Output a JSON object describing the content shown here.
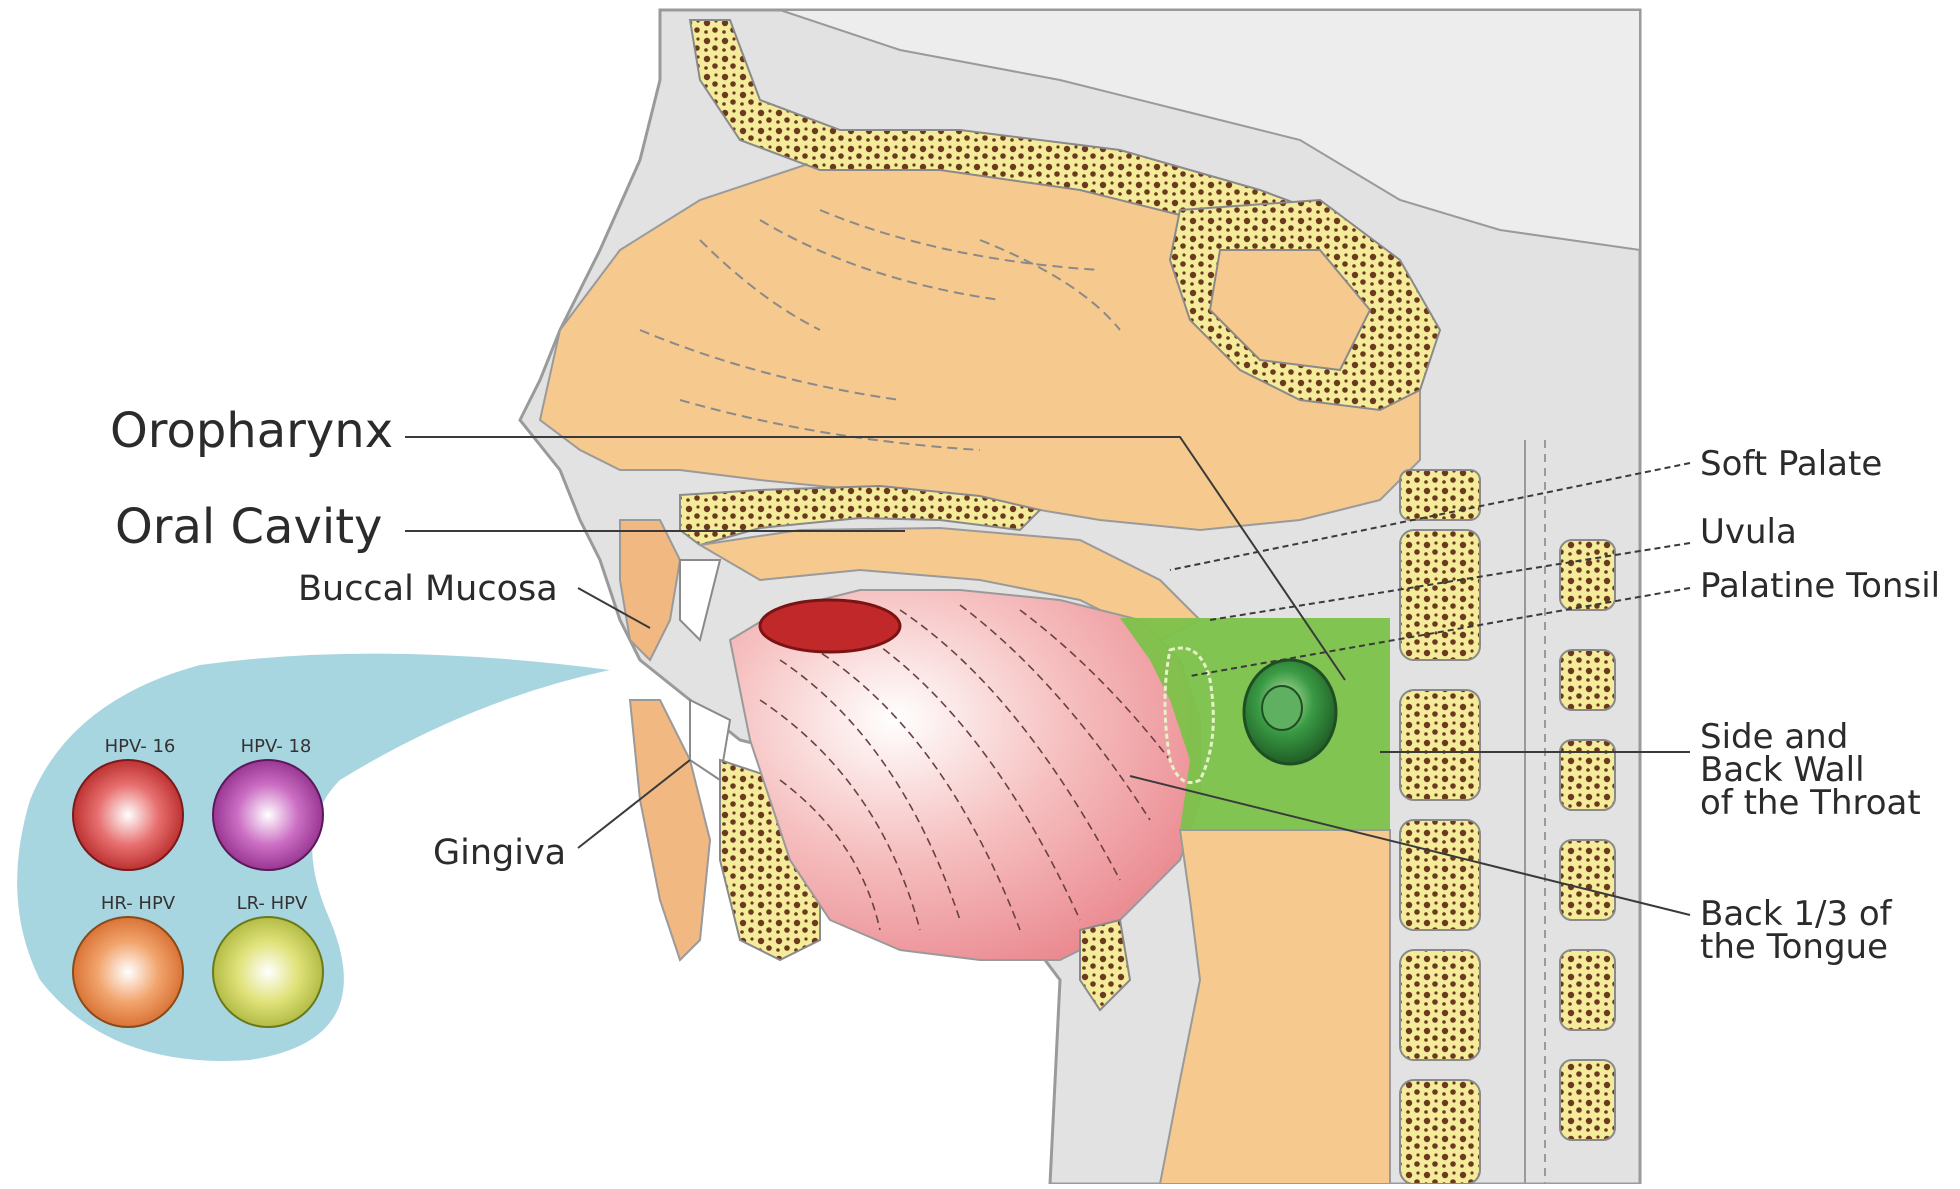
{
  "labels": {
    "oropharynx": "Oropharynx",
    "oral_cavity": "Oral Cavity",
    "buccal_mucosa": "Buccal Mucosa",
    "gingiva": "Gingiva",
    "soft_palate": "Soft Palate",
    "uvula": "Uvula",
    "palatine_tonsil": "Palatine Tonsil",
    "side_back_wall": [
      "Side and",
      "Back Wall",
      "of the Throat"
    ],
    "back_tongue": [
      "Back 1/3 of",
      "the Tongue"
    ]
  },
  "virus_types": [
    {
      "label": "HPV- 16",
      "color": "#c8302c"
    },
    {
      "label": "HPV- 18",
      "color": "#a03a9a"
    },
    {
      "label": "HR- HPV",
      "color": "#e07a3a"
    },
    {
      "label": "LR- HPV",
      "color": "#c4cc48"
    }
  ],
  "colors": {
    "tissue": "#f6c98e",
    "bone": "#f4ec9a",
    "bone_spots": "#6b3a1e",
    "oropharynx_region": "#7cc24a",
    "tongue": "#f0a0a0",
    "tumor_tongue": "#c0282a",
    "tumor_throat": "#2e8a36",
    "callout": "#a8d6e0",
    "outline_gray": "#d4d4d4"
  }
}
